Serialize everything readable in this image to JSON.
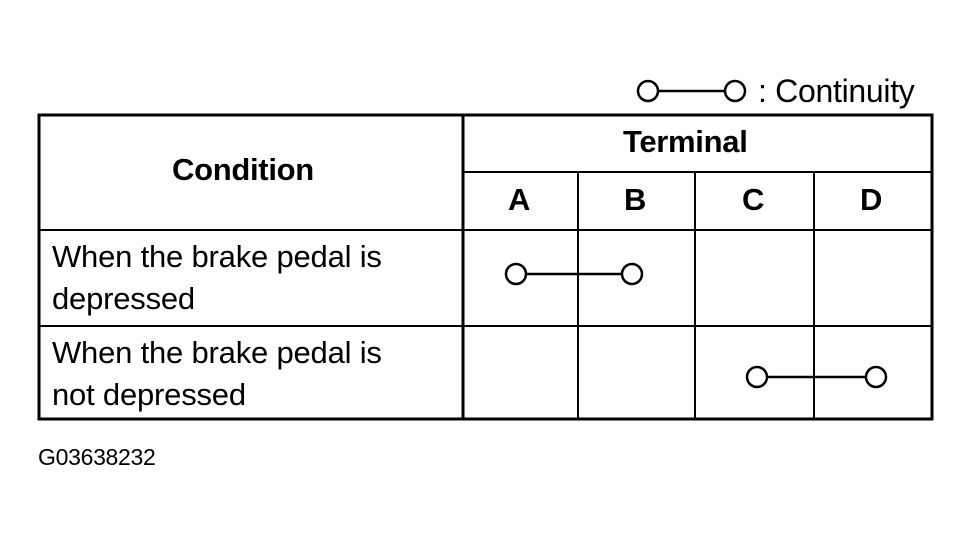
{
  "legend": {
    "text": ": Continuity",
    "icon": "continuity-symbol-icon"
  },
  "table": {
    "condition_header": "Condition",
    "terminal_header": "Terminal",
    "terminals": [
      "A",
      "B",
      "C",
      "D"
    ],
    "rows": [
      {
        "line1": "When the brake pedal is",
        "line2": "depressed",
        "continuity": [
          "A",
          "B"
        ]
      },
      {
        "line1": "When the brake pedal is",
        "line2": "not depressed",
        "continuity": [
          "C",
          "D"
        ]
      }
    ]
  },
  "caption": "G03638232"
}
